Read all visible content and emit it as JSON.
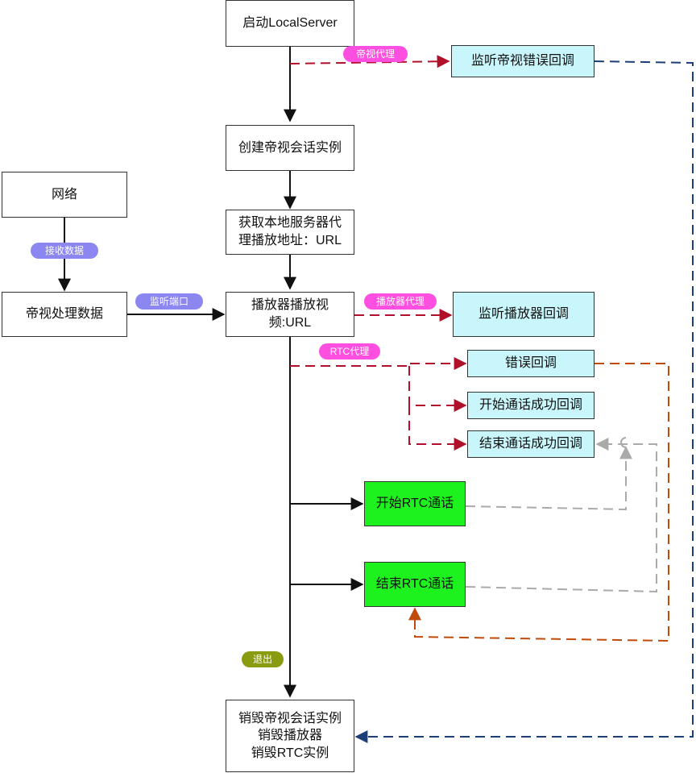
{
  "nodes": {
    "start_local_server": "启动LocalServer",
    "listen_dishi_error": "监听帝视错误回调",
    "create_session": "创建帝视会话实例",
    "network": "网络",
    "get_proxy_url_line1": "获取本地服务器代",
    "get_proxy_url_line2": "理播放地址：URL",
    "dishi_process_data": "帝视处理数据",
    "player_play_line1": "播放器播放视",
    "player_play_line2": "频:URL",
    "listen_player": "监听播放器回调",
    "error_callback": "错误回调",
    "start_call_success": "开始通话成功回调",
    "end_call_success": "结束通话成功回调",
    "start_rtc": "开始RTC通话",
    "end_rtc": "结束RTC通话",
    "destroy_line1": "销毁帝视会话实例",
    "destroy_line2": "销毁播放器",
    "destroy_line3": "销毁RTC实例"
  },
  "labels": {
    "dishi_proxy": "帝视代理",
    "receive_data": "接收数据",
    "listen_port": "监听端口",
    "player_proxy": "播放器代理",
    "rtc_proxy": "RTC代理",
    "exit": "退出"
  },
  "colors": {
    "flow": "#111111",
    "proxy_dashed": "#b0102a",
    "error_dashed_blue": "#1c3f78",
    "error_dashed_orange": "#c04a0a",
    "callback_dashed_gray": "#aaaaaa",
    "callback_box": "#c9f6fb",
    "rtc_box": "#1ef21e",
    "pill_magenta": "#ff4fe0",
    "pill_purple": "#8c87f0",
    "pill_olive": "#8a9b12"
  }
}
